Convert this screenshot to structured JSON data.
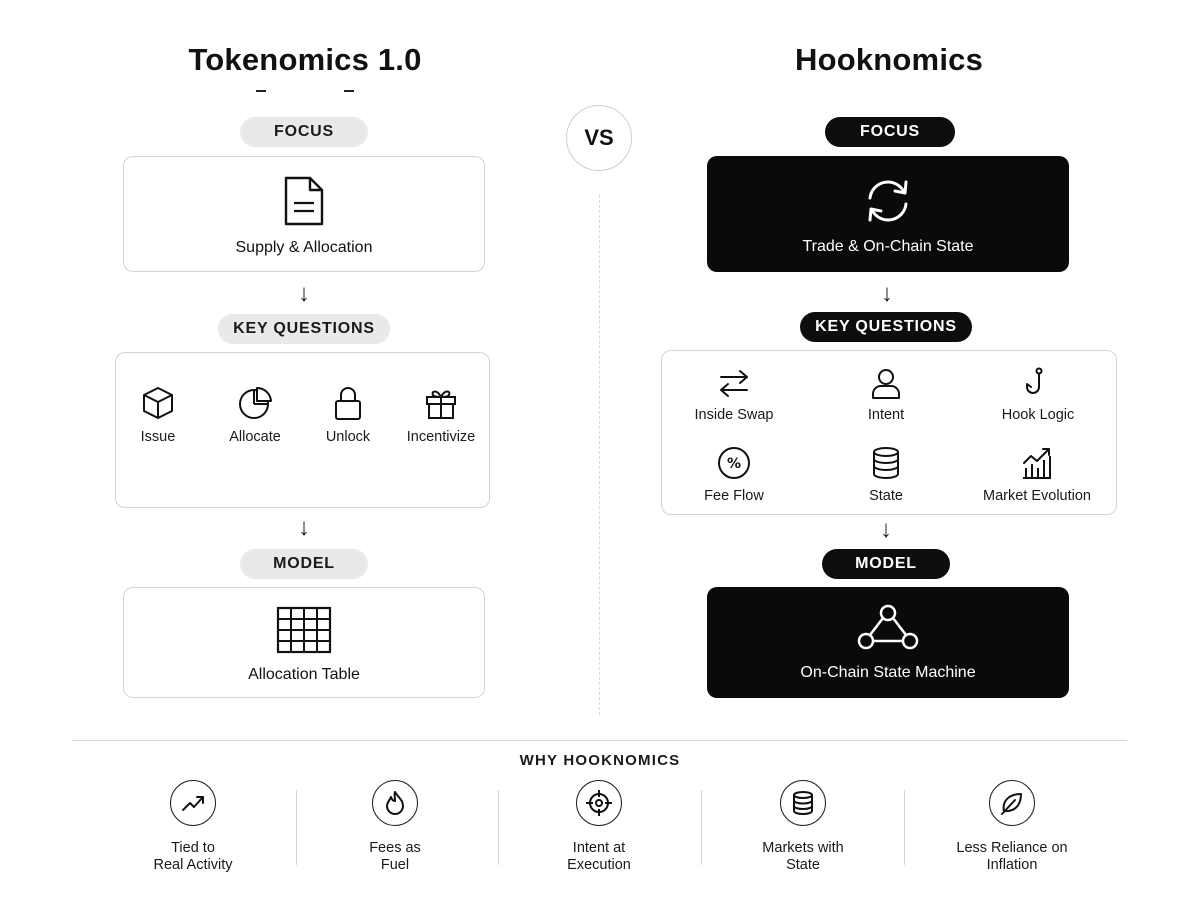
{
  "left": {
    "title": "Tokenomics 1.0",
    "focus_label": "FOCUS",
    "focus_card": {
      "icon": "document-icon",
      "label": "Supply & Allocation"
    },
    "key_questions_label": "KEY QUESTIONS",
    "questions": [
      {
        "icon": "cube-icon",
        "label": "Issue"
      },
      {
        "icon": "pie-chart-icon",
        "label": "Allocate"
      },
      {
        "icon": "lock-icon",
        "label": "Unlock"
      },
      {
        "icon": "gift-icon",
        "label": "Incentivize"
      }
    ],
    "model_label": "MODEL",
    "model_card": {
      "icon": "table-icon",
      "label": "Allocation Table"
    }
  },
  "vs_label": "VS",
  "right": {
    "title": "Hooknomics",
    "focus_label": "FOCUS",
    "focus_card": {
      "icon": "refresh-icon",
      "label": "Trade & On-Chain State"
    },
    "key_questions_label": "KEY QUESTIONS",
    "questions": [
      {
        "icon": "swap-arrows-icon",
        "label": "Inside Swap"
      },
      {
        "icon": "user-icon",
        "label": "Intent"
      },
      {
        "icon": "hook-icon",
        "label": "Hook Logic"
      },
      {
        "icon": "percent-icon",
        "label": "Fee Flow"
      },
      {
        "icon": "database-icon",
        "label": "State"
      },
      {
        "icon": "trend-chart-icon",
        "label": "Market Evolution"
      }
    ],
    "model_label": "MODEL",
    "model_card": {
      "icon": "state-graph-icon",
      "label": "On-Chain State Machine"
    }
  },
  "why": {
    "title": "WHY HOOKNOMICS",
    "items": [
      {
        "icon": "trend-up-icon",
        "label": "Tied to\nReal Activity"
      },
      {
        "icon": "flame-icon",
        "label": "Fees as\nFuel"
      },
      {
        "icon": "target-icon",
        "label": "Intent at\nExecution"
      },
      {
        "icon": "database-icon",
        "label": "Markets with\nState"
      },
      {
        "icon": "leaf-icon",
        "label": "Less Reliance on\nInflation"
      }
    ]
  }
}
